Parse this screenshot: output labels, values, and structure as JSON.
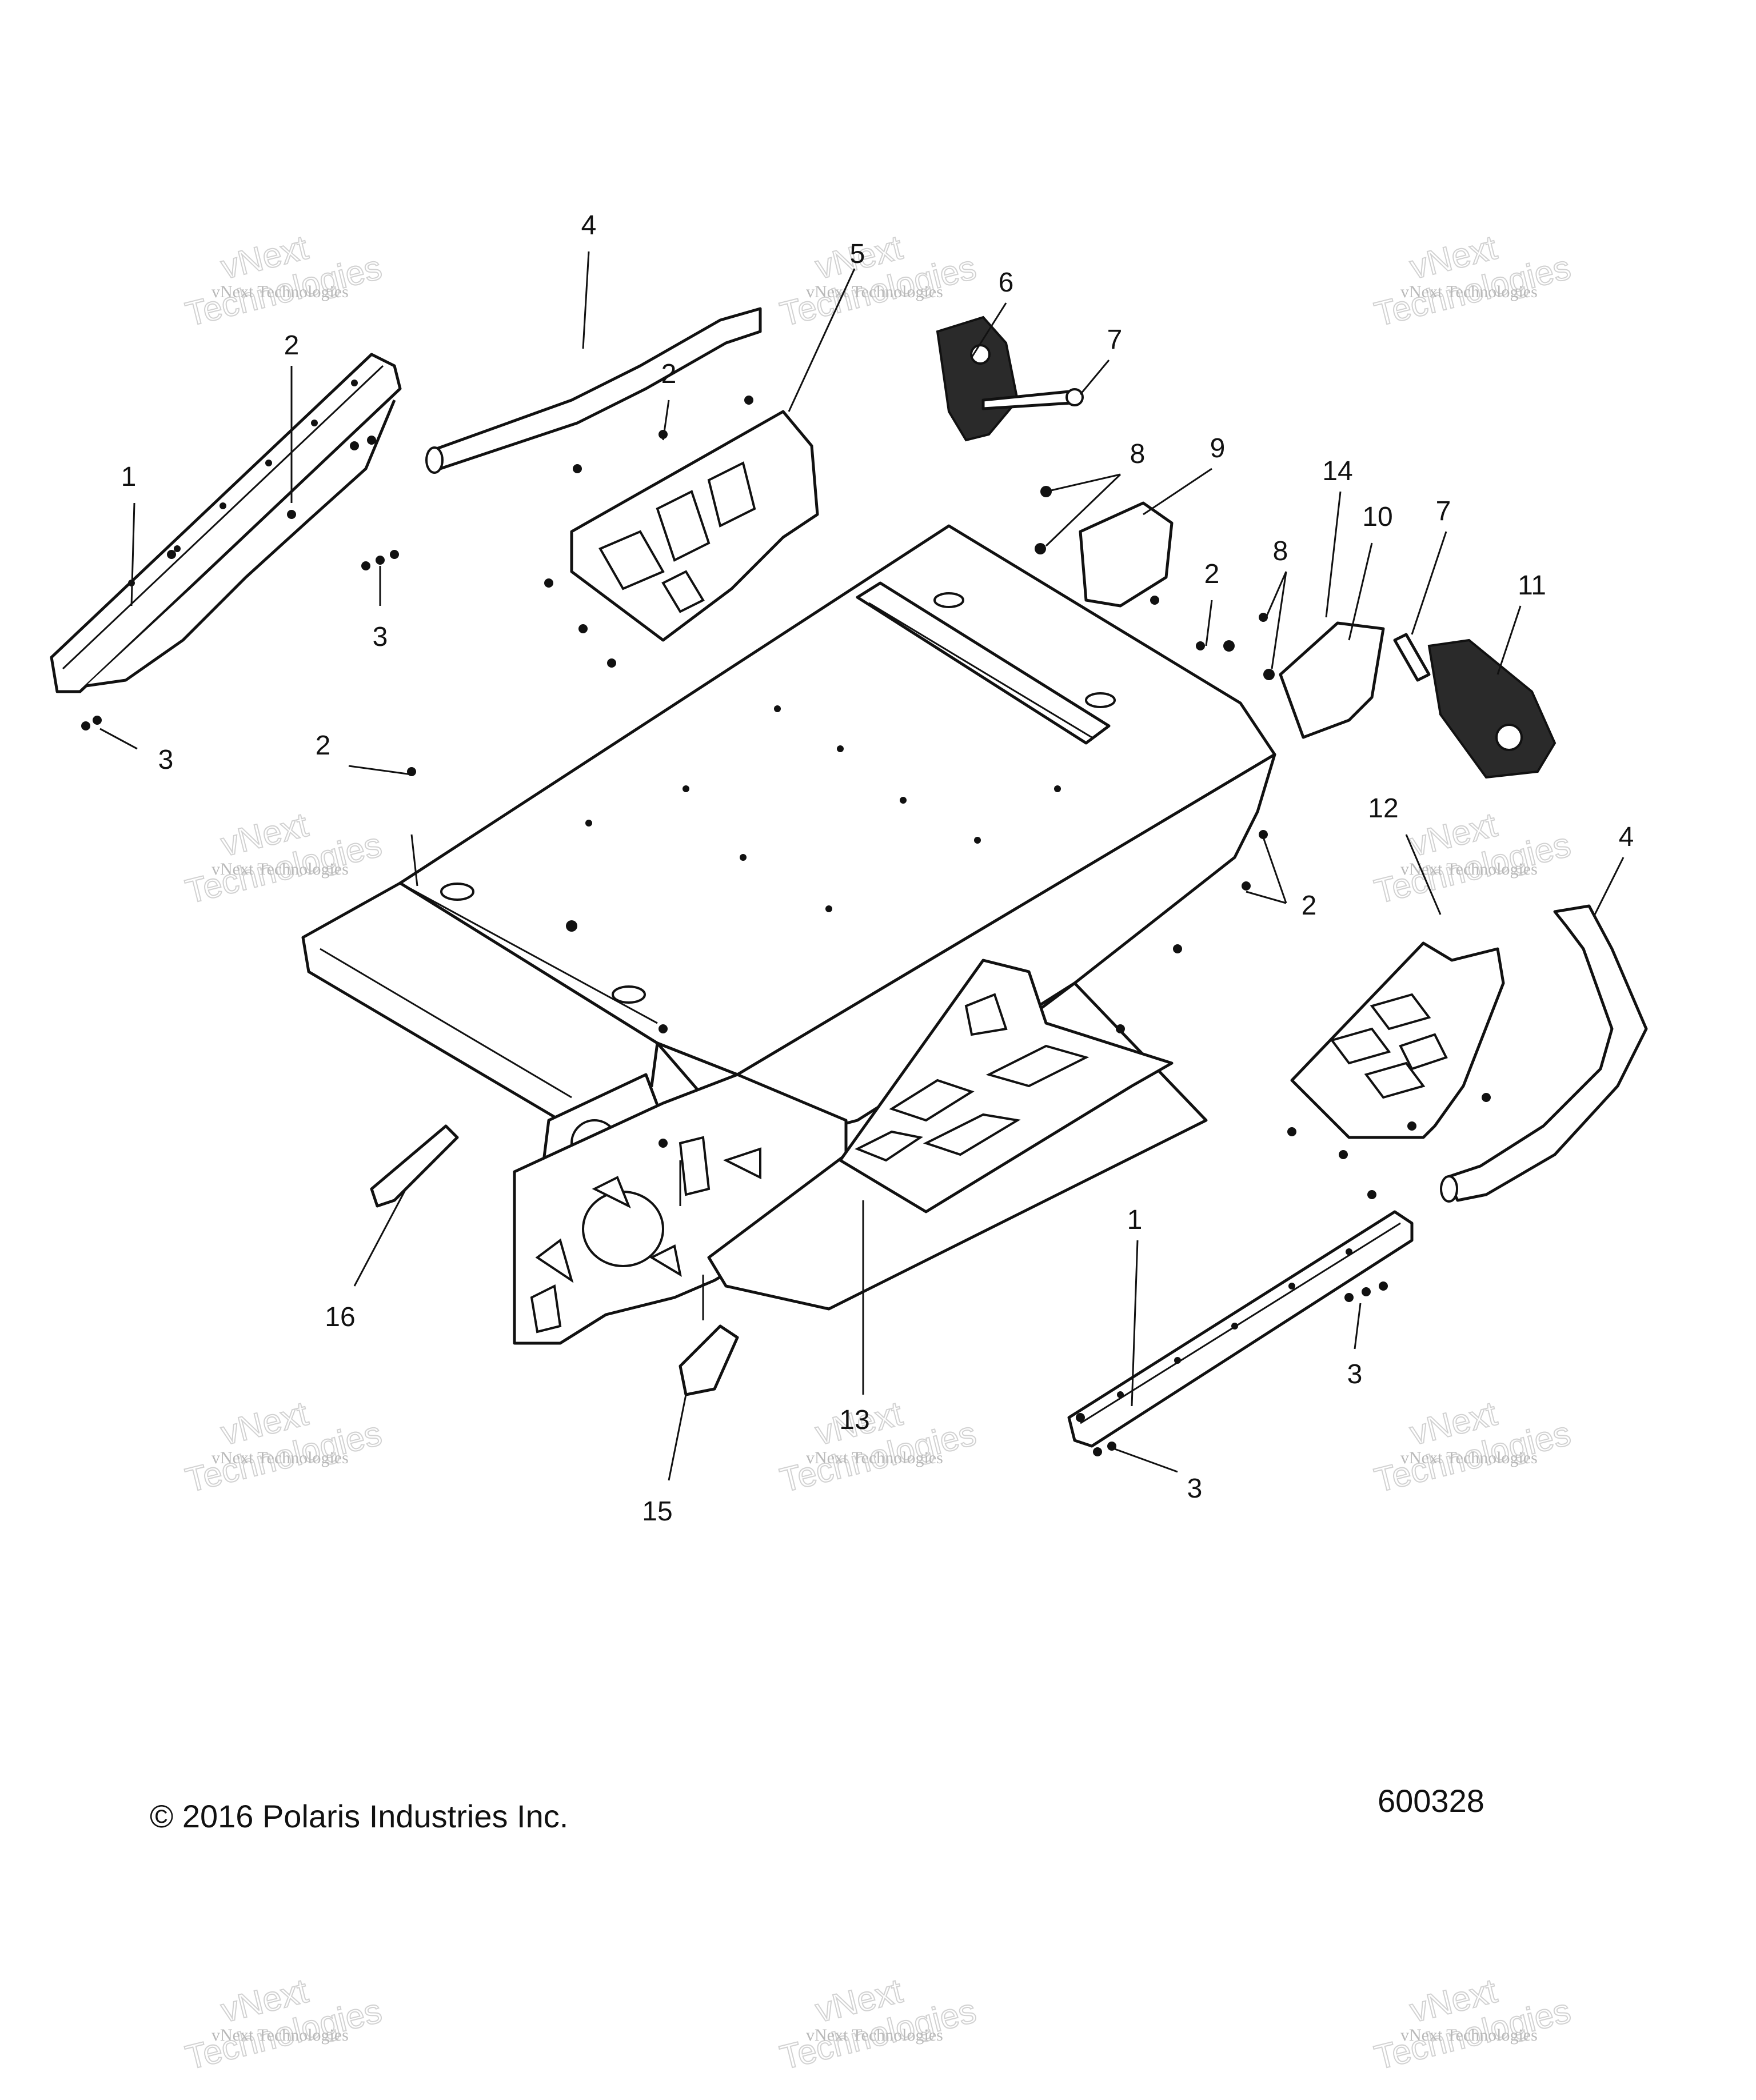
{
  "diagram": {
    "callouts": [
      "1",
      "2",
      "3",
      "4",
      "5",
      "6",
      "7",
      "8",
      "9",
      "10",
      "11",
      "12",
      "13",
      "14",
      "15",
      "16"
    ],
    "figure_number": "600328"
  },
  "footer": {
    "copyright": "© 2016 Polaris Industries Inc.",
    "figure_number": "600328"
  },
  "watermark": {
    "line1": "vNext Technologies",
    "line2": "Technologies",
    "line3": "vNext"
  }
}
